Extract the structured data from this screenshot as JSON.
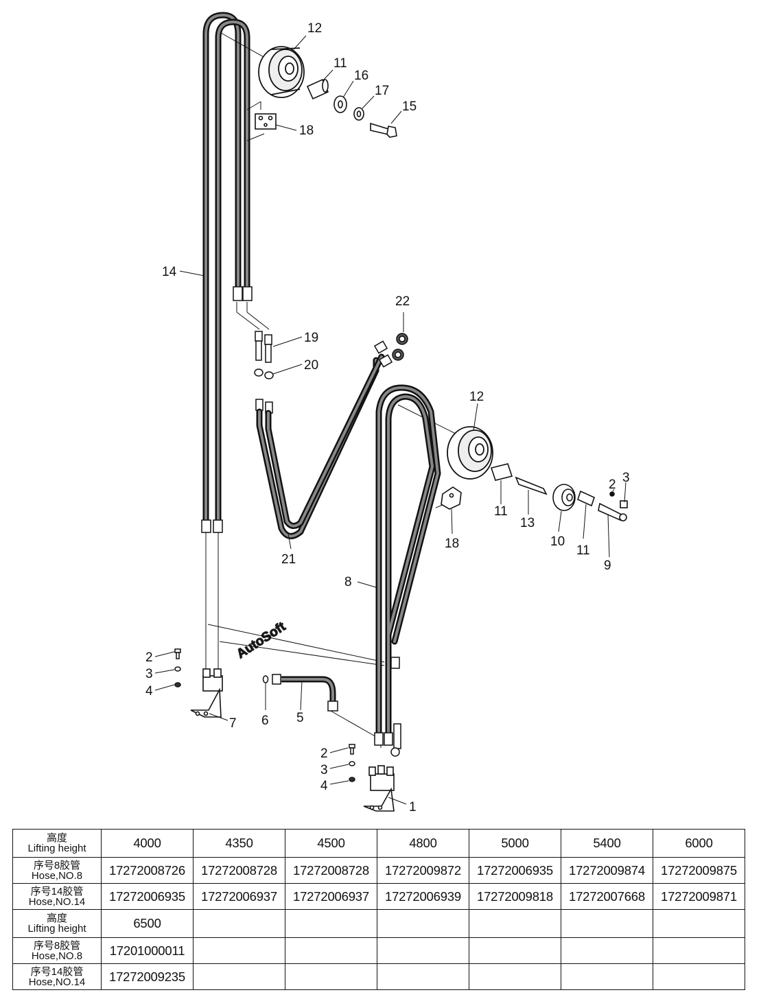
{
  "diagram": {
    "watermark": "AutoSoft",
    "labels": {
      "n12_top": "12",
      "n11_top": "11",
      "n16": "16",
      "n17": "17",
      "n15": "15",
      "n18_top": "18",
      "n14": "14",
      "n22": "22",
      "n19": "19",
      "n20": "20",
      "n12_mid": "12",
      "n3_right": "3",
      "n2_right": "2",
      "n11_a": "11",
      "n13": "13",
      "n10": "10",
      "n11_b": "11",
      "n9": "9",
      "n18_mid": "18",
      "n21": "21",
      "n8": "8",
      "n2_left": "2",
      "n3_left": "3",
      "n4_left": "4",
      "n7": "7",
      "n6": "6",
      "n5": "5",
      "n2_bot": "2",
      "n3_bot": "3",
      "n4_bot": "4",
      "n1": "1"
    }
  },
  "table": {
    "row_headers": {
      "height_cn": "高度",
      "height_en": "Lifting height",
      "hose8_cn": "序号8胶管",
      "hose8_en": "Hose,NO.8",
      "hose14_cn": "序号14胶管",
      "hose14_en": "Hose,NO.14"
    },
    "group1": {
      "heights": [
        "4000",
        "4350",
        "4500",
        "4800",
        "5000",
        "5400",
        "6000"
      ],
      "hose8": [
        "17272008726",
        "17272008728",
        "17272008728",
        "17272009872",
        "17272006935",
        "17272009874",
        "17272009875"
      ],
      "hose14": [
        "17272006935",
        "17272006937",
        "17272006937",
        "17272006939",
        "17272009818",
        "17272007668",
        "17272009871"
      ]
    },
    "group2": {
      "heights": [
        "6500"
      ],
      "hose8": [
        "17201000011"
      ],
      "hose14": [
        "17272009235"
      ]
    }
  }
}
